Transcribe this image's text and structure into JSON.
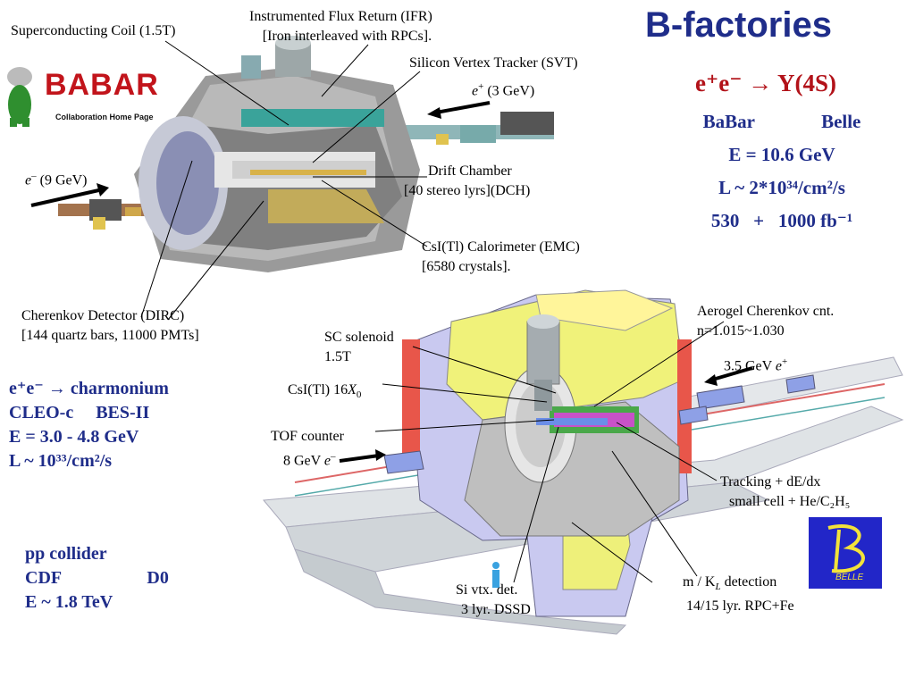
{
  "title": "B-factories",
  "babar_labels": {
    "ifr": [
      "Instrumented Flux Return (IFR)",
      "[Iron interleaved with RPCs]."
    ],
    "coil": "Superconducting Coil (1.5T)",
    "svt": "Silicon Vertex Tracker (SVT)",
    "positron_beam": "(3 GeV)",
    "electron_beam": "(9 GeV)",
    "dch": [
      "Drift Chamber",
      "[40 stereo lyrs](DCH)"
    ],
    "emc": [
      "CsI(Tl) Calorimeter (EMC)",
      "[6580 crystals]."
    ],
    "dirc": [
      "Cherenkov Detector (DIRC)",
      "[144 quartz bars, 11000 PMTs]"
    ]
  },
  "babar_logo": {
    "text": "BABAR",
    "subtitle": "Collaboration Home Page"
  },
  "b_factory_info": {
    "reaction": "e⁺e⁻ → Y(4S)",
    "experiments": [
      "BaBar",
      "Belle"
    ],
    "energy": "E = 10.6 GeV",
    "luminosity": "L ~ 2*10³⁴/cm²/s",
    "integrated": "530   +   1000 fb⁻¹"
  },
  "charm_info": {
    "reaction": "e⁺e⁻ → charmonium",
    "experiments": "CLEO-c     BES-II",
    "energy": "E = 3.0 - 4.8 GeV",
    "luminosity": "L ~ 10³³/cm²/s"
  },
  "ppbar_info": {
    "title": "pp collider",
    "experiments": [
      "CDF",
      "D0"
    ],
    "energy": "E ~ 1.8 TeV"
  },
  "belle_labels": {
    "aerogel": [
      "Aerogel Cherenkov cnt.",
      "n=1.015~1.030"
    ],
    "sc_solenoid": [
      "SC solenoid",
      "1.5T"
    ],
    "positron_beam": "3.5 GeV",
    "csi": "CsI(Tl) 16",
    "tof": "TOF counter",
    "electron_beam": "8 GeV",
    "tracking": [
      "Tracking + dE/dx",
      "small cell + He/C₂H₅"
    ],
    "mu_kl": [
      "m / K",
      "detection",
      "14/15 lyr. RPC+Fe"
    ],
    "si_vtx": [
      "Si vtx. det.",
      "3 lyr. DSSD"
    ]
  },
  "belle_logo": {
    "text": "BELLE"
  },
  "colors": {
    "title_blue": "#1f2d8a",
    "reaction_red": "#b21219"
  }
}
